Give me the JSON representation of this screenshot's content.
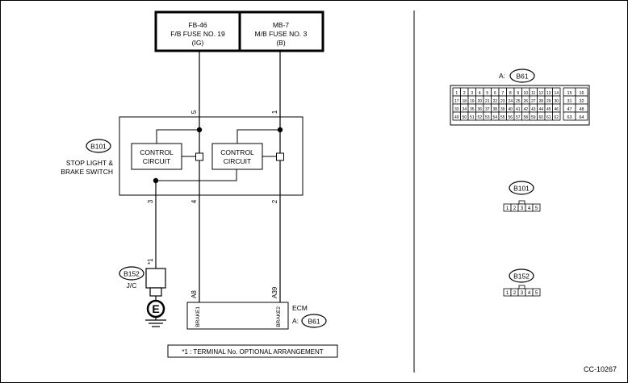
{
  "fuses": {
    "left": {
      "id": "FB-46",
      "name": "F/B FUSE NO. 19",
      "supply": "(IG)"
    },
    "right": {
      "id": "MB-7",
      "name": "M/B FUSE NO. 3",
      "supply": "(B)"
    }
  },
  "switch": {
    "connector": "B101",
    "label_line1": "STOP LIGHT &",
    "label_line2": "BRAKE SWITCH",
    "circuit_line1": "CONTROL",
    "circuit_line2": "CIRCUIT",
    "pins": {
      "top_left": "5",
      "top_right": "1",
      "bot_left": "3",
      "bot_mid": "4",
      "bot_right": "2"
    }
  },
  "jc": {
    "connector": "B152",
    "label": "J/C",
    "star": "*1",
    "ground": "E"
  },
  "ecm": {
    "label": "ECM",
    "prefix": "A:",
    "connector": "B61",
    "pin_left": "A8",
    "pin_right": "A39",
    "term_left": "BRAKE1",
    "term_right": "BRAKE2"
  },
  "note": "*1 : TERMINAL No. OPTIONAL ARRANGEMENT",
  "code": "CC-10267",
  "legend": {
    "a_prefix": "A:",
    "a_connector": "B61",
    "a_rows_left": [
      [
        "1",
        "2",
        "3",
        "4",
        "5",
        "6",
        "7",
        "8",
        "9",
        "10",
        "11",
        "12",
        "13",
        "14"
      ],
      [
        "17",
        "18",
        "19",
        "20",
        "21",
        "22",
        "23",
        "24",
        "25",
        "26",
        "27",
        "28",
        "29",
        "30"
      ],
      [
        "33",
        "34",
        "35",
        "36",
        "37",
        "38",
        "39",
        "40",
        "41",
        "42",
        "43",
        "44",
        "45",
        "46"
      ],
      [
        "49",
        "50",
        "51",
        "52",
        "53",
        "54",
        "55",
        "56",
        "57",
        "58",
        "59",
        "60",
        "61",
        "62"
      ]
    ],
    "a_rows_right": [
      [
        "15",
        "16"
      ],
      [
        "31",
        "32"
      ],
      [
        "47",
        "48"
      ],
      [
        "63",
        "64"
      ]
    ],
    "b101": {
      "connector": "B101",
      "pins": [
        "1",
        "2",
        "3",
        "4",
        "5"
      ]
    },
    "b152": {
      "connector": "B152",
      "pins": [
        "1",
        "2",
        "3",
        "4",
        "5"
      ]
    }
  }
}
